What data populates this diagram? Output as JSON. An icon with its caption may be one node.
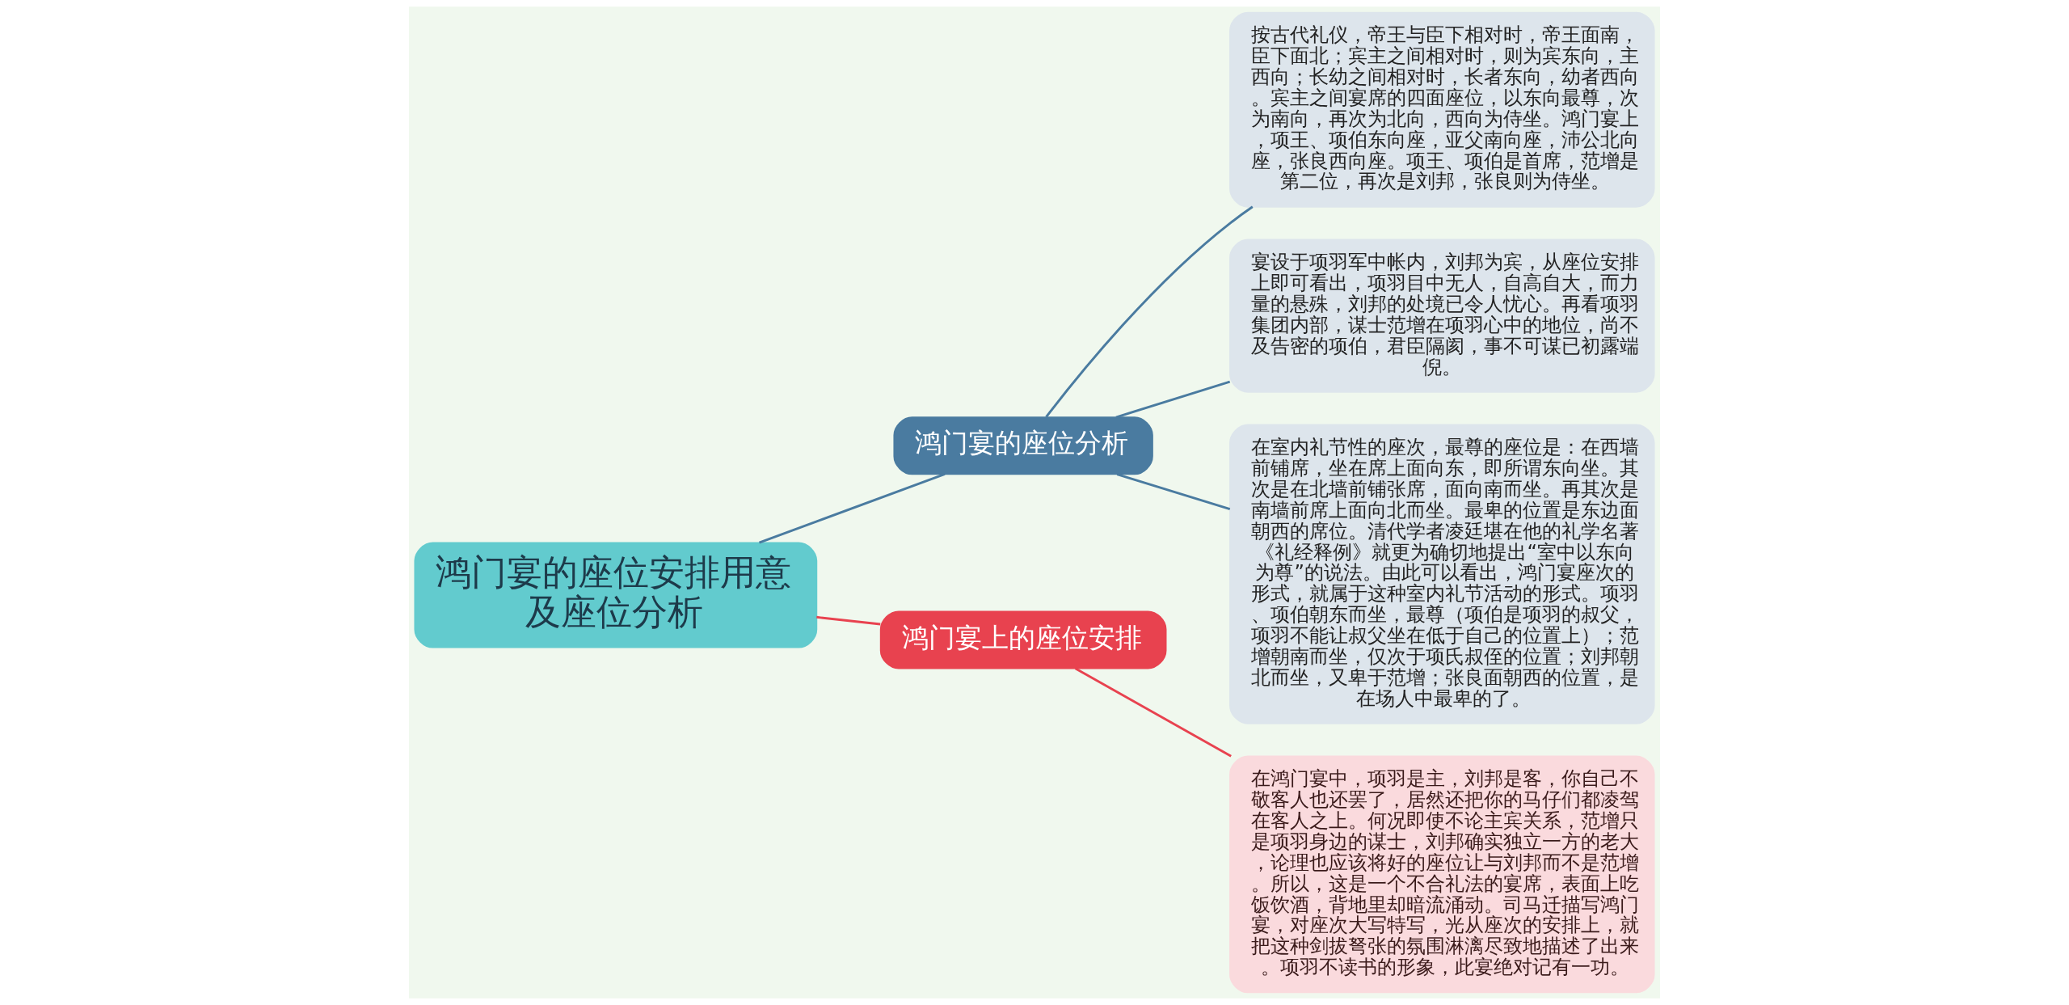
{
  "diagram": {
    "nodes": [
      {
        "text": [
          "鸿门宴的座位安排用意及座位分析"
        ]
      },
      {
        "text": [
          "鸿门宴的座位分析"
        ]
      },
      {
        "text": [
          "按古代礼仪，帝王与臣下相对时，帝王面南，臣下面北；宾主之间相对时，则为宾东向，主西向；长幼之间相对时，长者东向，幼者西向。宾主之间宴席的四面座位，以东向最尊，次为南向，再次为北向，西向为侍坐。鸿门宴上，项王、项伯东向座，亚父南向座，沛公北向座，张良西向座。项王、项伯是首席，范增是第二位，再次是刘邦，张良则为侍坐。"
        ]
      },
      {
        "text": [
          "宴设于项羽军中帐内，刘邦为宾，从座位安排上即可看出，项羽目中无人，自高自大，而力量的悬殊，刘邦的处境已令人忧心。再看项羽集团内部，谋士范增在项羽心中的地位，尚不及告密的项伯，君臣隔阂，事不可谋已初露端倪。"
        ]
      },
      {
        "text": [
          "在室内礼节性的座次，最尊的座位是：在西墙前铺席，坐在席上面向东，即所谓东向坐。其次是在北墙前铺张席，面向南而坐。再其次是南墙前席上面向北而坐。最卑的位置是东边面朝西的席位。清代学者凌廷堪在他的礼学名著《礼经释例》就更为确切地提出“室中以东向为尊”的说法。由此可以看出，鸿门宴座次的形式，就属于这种室内礼节活动的形式。项羽、项伯朝东而坐，最尊（项伯是项羽的叔父，项羽不能让叔父坐在低于自己的位置上）；范增朝南而坐，仅次于项氏叔侄的位置；刘邦朝北而坐，又卑于范增；张良面朝西的位置，是在场人中最卑的了。"
        ]
      },
      {
        "text": [
          "鸿门宴上的座位安排"
        ]
      },
      {
        "text": [
          "在鸿门宴中，项羽是主，刘邦是客，你自己不敬客人也还罢了，居然还把你的马仔们都凌驾在客人之上。何况即使不论主宾关系，范增只是项羽身边的谋士，刘邦确实独立一方的老大，论理也应该将好的座位让与刘邦而不是范增。所以，这是一个不合礼法的宴席，表面上吃饭饮酒，背地里却暗流涌动。司马迁描写鸿门宴，对座次大写特写，光从座次的安排上，就把这种剑拔弩张的氛围淋漓尽致地描述了出来。项羽不读书的形象，此宴绝对记有一功。"
        ]
      }
    ],
    "edges": [
      {
        "from": 0,
        "to": 1,
        "arrow": "none"
      },
      {
        "from": 1,
        "to": 2,
        "arrow": "none"
      },
      {
        "from": 1,
        "to": 3,
        "arrow": "none"
      },
      {
        "from": 1,
        "to": 4,
        "arrow": "none"
      },
      {
        "from": 0,
        "to": 5,
        "arrow": "none",
        "color": "#e8424f"
      },
      {
        "from": 5,
        "to": 6,
        "arrow": "none",
        "color": "#e8424f"
      }
    ]
  }
}
